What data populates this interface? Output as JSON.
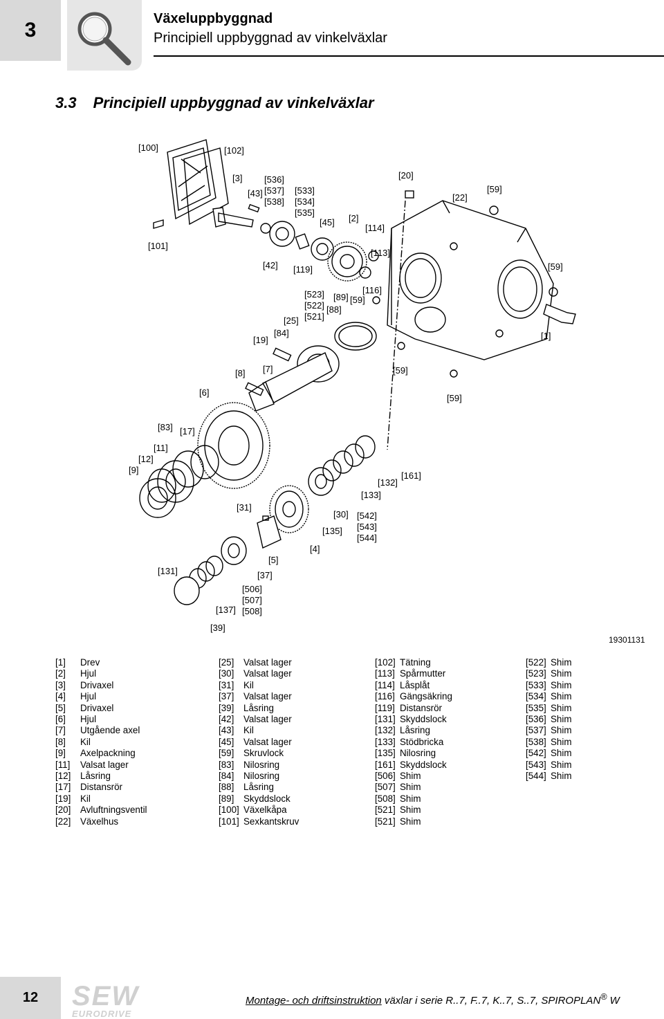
{
  "header": {
    "chapter_number": "3",
    "title": "Växeluppbyggnad",
    "subtitle": "Principiell uppbyggnad av vinkelväxlar",
    "icon": "magnifier-icon"
  },
  "section": {
    "number": "3.3",
    "title": "Principiell uppbyggnad av vinkelväxlar"
  },
  "figure": {
    "id": "19301131",
    "labels": [
      "[100]",
      "[102]",
      "[101]",
      "[3]",
      "[43]",
      "[536]",
      "[537]",
      "[538]",
      "[533]",
      "[534]",
      "[535]",
      "[45]",
      "[2]",
      "[20]",
      "[22]",
      "[59]",
      "[114]",
      "[113]",
      "[42]",
      "[119]",
      "[59]",
      "[116]",
      "[523]",
      "[89]",
      "[59]",
      "[522]",
      "[88]",
      "[521]",
      "[25]",
      "[84]",
      "[19]",
      "[1]",
      "[8]",
      "[7]",
      "[59]",
      "[6]",
      "[59]",
      "[83]",
      "[17]",
      "[11]",
      "[12]",
      "[9]",
      "[161]",
      "[132]",
      "[133]",
      "[31]",
      "[30]",
      "[542]",
      "[543]",
      "[544]",
      "[135]",
      "[4]",
      "[5]",
      "[131]",
      "[37]",
      "[506]",
      "[507]",
      "[137]",
      "[508]",
      "[39]"
    ]
  },
  "legend": {
    "col1": [
      {
        "no": "[1]",
        "text": "Drev"
      },
      {
        "no": "[2]",
        "text": "Hjul"
      },
      {
        "no": "[3]",
        "text": "Drivaxel"
      },
      {
        "no": "[4]",
        "text": "Hjul"
      },
      {
        "no": "[5]",
        "text": "Drivaxel"
      },
      {
        "no": "[6]",
        "text": "Hjul"
      },
      {
        "no": "[7]",
        "text": "Utgående axel"
      },
      {
        "no": "[8]",
        "text": "Kil"
      },
      {
        "no": "[9]",
        "text": "Axelpackning"
      },
      {
        "no": "[11]",
        "text": "Valsat lager"
      },
      {
        "no": "[12]",
        "text": "Låsring"
      },
      {
        "no": "[17]",
        "text": "Distansrör"
      },
      {
        "no": "[19]",
        "text": "Kil"
      },
      {
        "no": "[20]",
        "text": "Avluftningsventil"
      },
      {
        "no": "[22]",
        "text": "Växelhus"
      }
    ],
    "col2": [
      {
        "no": "[25]",
        "text": "Valsat lager"
      },
      {
        "no": "[30]",
        "text": "Valsat lager"
      },
      {
        "no": "[31]",
        "text": "Kil"
      },
      {
        "no": "[37]",
        "text": "Valsat lager"
      },
      {
        "no": "[39]",
        "text": "Låsring"
      },
      {
        "no": "[42]",
        "text": "Valsat lager"
      },
      {
        "no": "[43]",
        "text": "Kil"
      },
      {
        "no": "[45]",
        "text": "Valsat lager"
      },
      {
        "no": "[59]",
        "text": "Skruvlock"
      },
      {
        "no": "[83]",
        "text": "Nilosring"
      },
      {
        "no": "[84]",
        "text": "Nilosring"
      },
      {
        "no": "[88]",
        "text": "Låsring"
      },
      {
        "no": "[89]",
        "text": "Skyddslock"
      },
      {
        "no": "[100]",
        "text": "Växelkåpa"
      },
      {
        "no": "[101]",
        "text": "Sexkantskruv"
      }
    ],
    "col3": [
      {
        "no": "[102]",
        "text": "Tätning"
      },
      {
        "no": "[113]",
        "text": "Spårmutter"
      },
      {
        "no": "[114]",
        "text": "Låsplåt"
      },
      {
        "no": "[116]",
        "text": "Gängsäkring"
      },
      {
        "no": "[119]",
        "text": "Distansrör"
      },
      {
        "no": "[131]",
        "text": "Skyddslock"
      },
      {
        "no": "[132]",
        "text": "Låsring"
      },
      {
        "no": "[133]",
        "text": "Stödbricka"
      },
      {
        "no": "[135]",
        "text": "Nilosring"
      },
      {
        "no": "[161]",
        "text": "Skyddslock"
      },
      {
        "no": "[506]",
        "text": "Shim"
      },
      {
        "no": "[507]",
        "text": "Shim"
      },
      {
        "no": "[508]",
        "text": "Shim"
      },
      {
        "no": "[521]",
        "text": "Shim"
      },
      {
        "no": "[521]",
        "text": "Shim"
      }
    ],
    "col4": [
      {
        "no": "[522]",
        "text": "Shim"
      },
      {
        "no": "[523]",
        "text": "Shim"
      },
      {
        "no": "[533]",
        "text": "Shim"
      },
      {
        "no": "[534]",
        "text": "Shim"
      },
      {
        "no": "[535]",
        "text": "Shim"
      },
      {
        "no": "[536]",
        "text": "Shim"
      },
      {
        "no": "[537]",
        "text": "Shim"
      },
      {
        "no": "[538]",
        "text": "Shim"
      },
      {
        "no": "[542]",
        "text": "Shim"
      },
      {
        "no": "[543]",
        "text": "Shim"
      },
      {
        "no": "[544]",
        "text": "Shim"
      }
    ]
  },
  "footer": {
    "page_number": "12",
    "logo_main": "SEW",
    "logo_sub": "EURODRIVE",
    "text_underlined": "Montage- och driftsinstruktion",
    "text_rest": " växlar i serie R..7, F..7, K..7, S..7, SPIROPLAN",
    "text_reg": "®",
    "text_tail": " W"
  }
}
